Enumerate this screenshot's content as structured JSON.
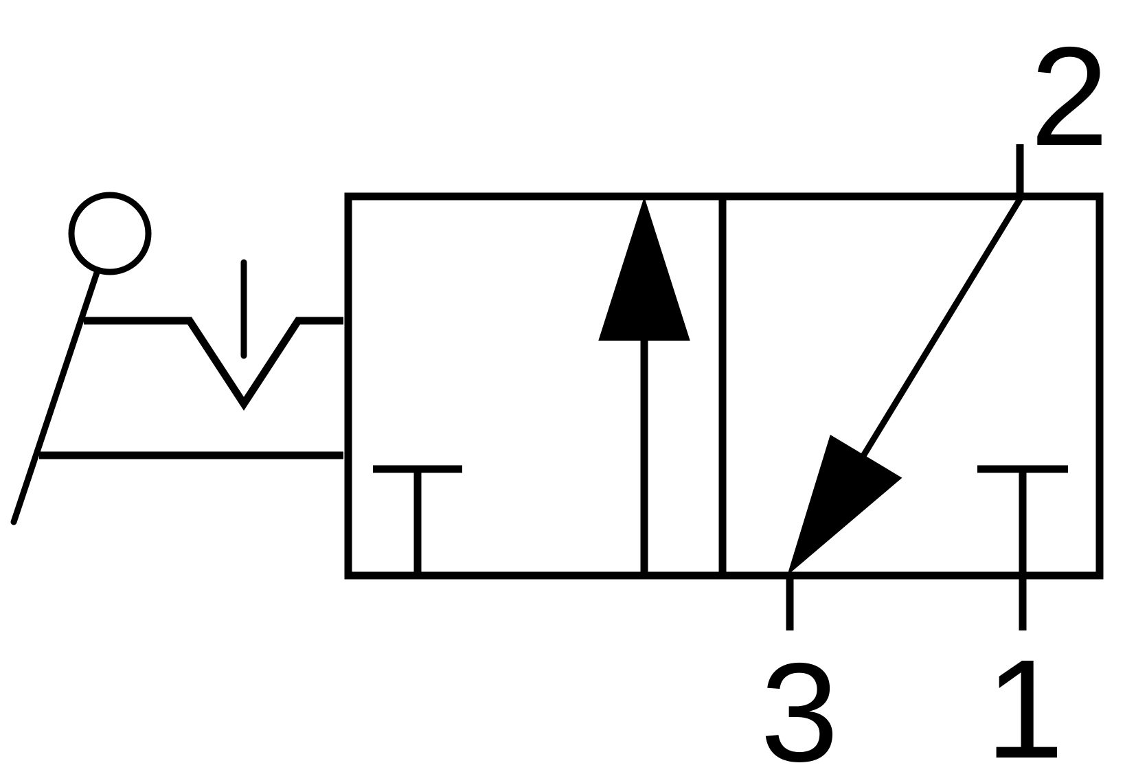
{
  "ports": {
    "port_2": "2",
    "port_3": "3",
    "port_1": "1"
  },
  "colors": {
    "line": "#000000",
    "background": "#ffffff"
  }
}
